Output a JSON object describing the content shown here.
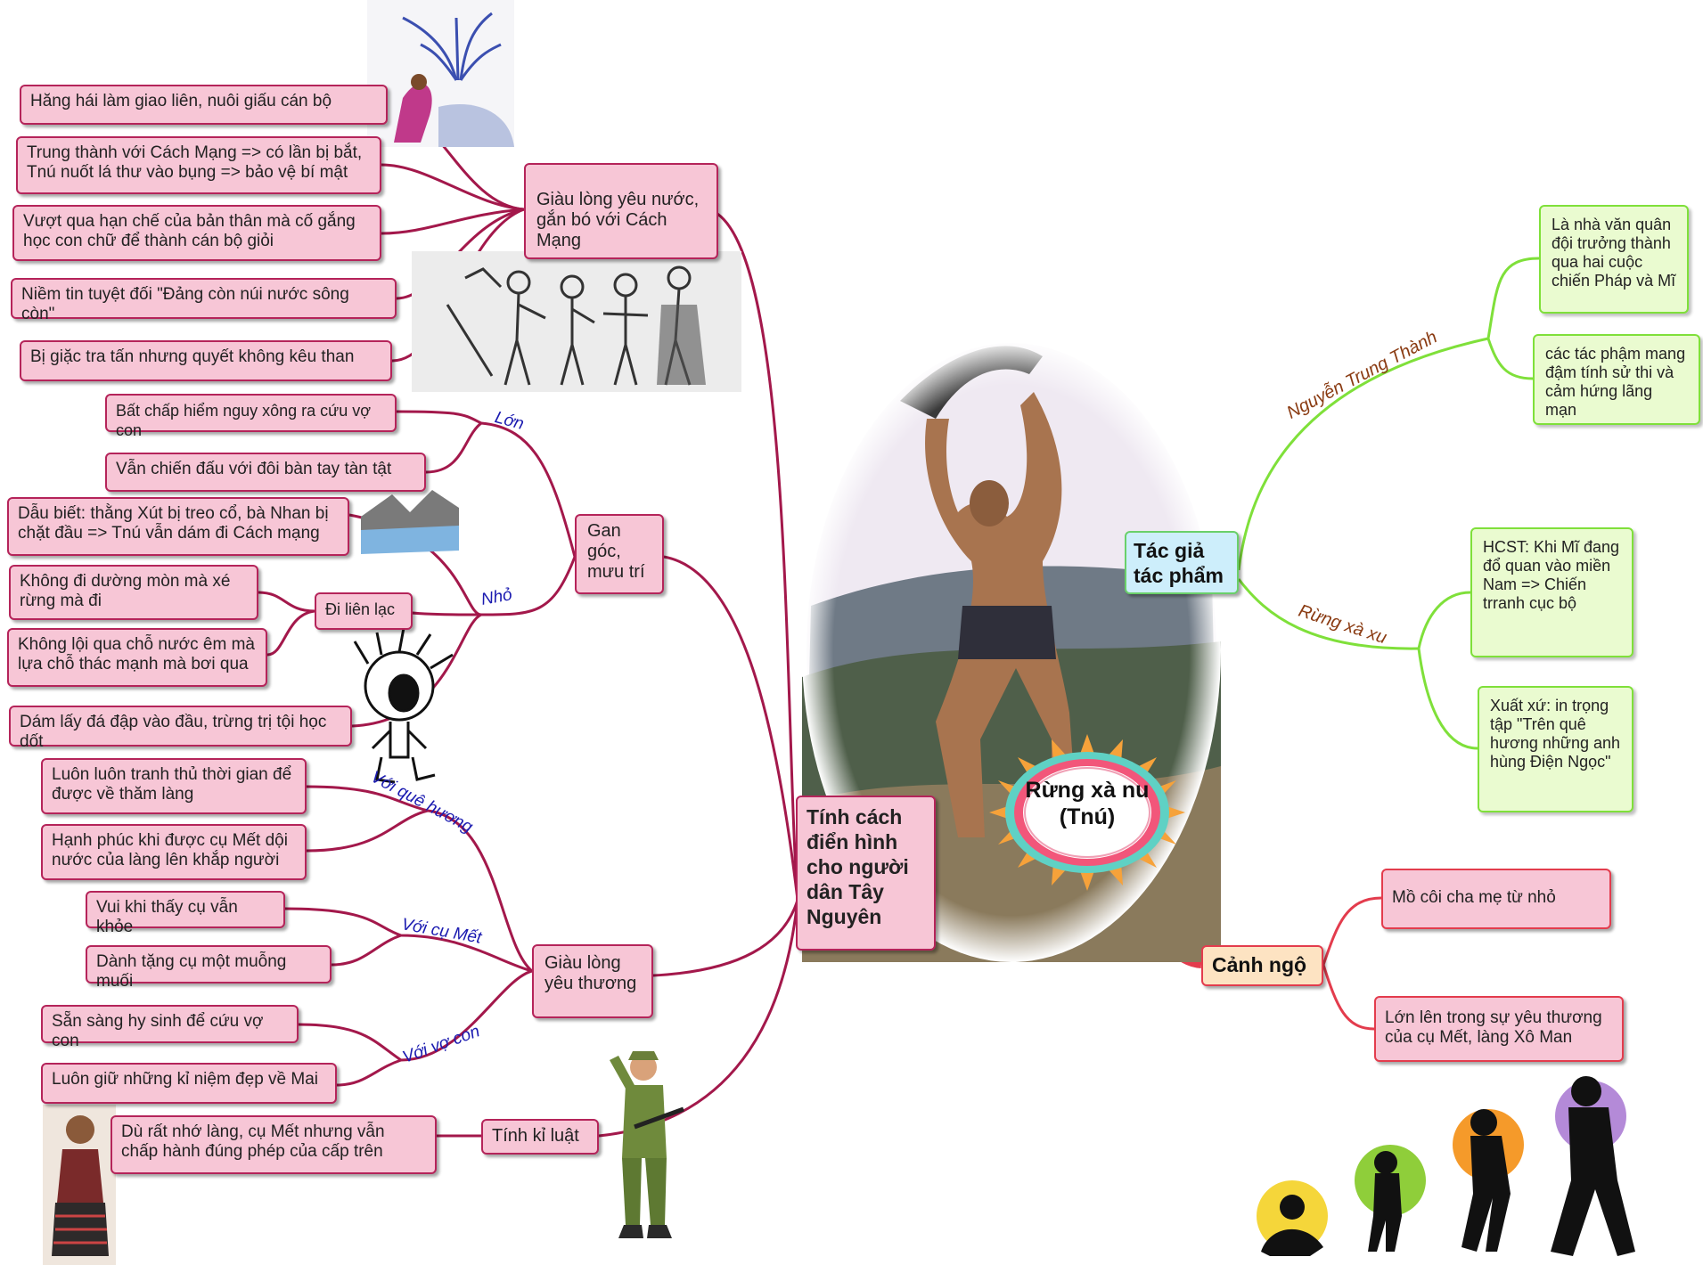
{
  "center": {
    "title": "Rừng xà nu (Tnú)"
  },
  "traits": {
    "title": "Tính cách điển hình cho người dân Tây Nguyên",
    "patriotic": {
      "title": "Giàu lòng yêu nước, gắn bó với Cách Mạng",
      "items": [
        "Hăng hái làm giao liên, nuôi giấu cán bộ",
        "Trung thành với Cách Mạng => có lần bị bắt, Tnú nuốt lá thư vào bụng => bảo vệ bí mật",
        "Vượt qua hạn chế của bản thân mà cố gắng học con chữ để thành cán bộ giỏi",
        "Niềm tin tuyệt đối \"Đảng còn núi nước sông còn\"",
        "Bị giặc tra tấn nhưng quyết không kêu than"
      ]
    },
    "brave": {
      "title": "Gan góc, mưu trí",
      "adult_label": "Lớn",
      "adult_items": [
        "Bất chấp hiểm nguy xông ra cứu vợ con",
        "Vẫn chiến đấu với đôi bàn tay tàn tật"
      ],
      "child_label": "Nhỏ",
      "child_first": "Dẫu biết: thằng Xút bị treo cổ, bà Nhan bị chặt đầu => Tnú vẫn dám đi Cách mạng",
      "liaison": {
        "title": "Đi liên lạc",
        "items": [
          "Không đi dường mòn mà xé rừng mà đi",
          "Không lội qua chỗ nước êm mà lựa chỗ thác mạnh mà bơi qua"
        ]
      },
      "child_last": "Dám lấy đá đập vào đầu, trừng trị tội học dốt"
    },
    "loving": {
      "title": "Giàu lòng yêu thương",
      "groups": [
        {
          "label": "Với quê hương",
          "items": [
            "Luôn luôn tranh thủ thời gian để được về thăm làng",
            "Hạnh phúc khi được cụ Mết dội nước của làng lên khắp người"
          ]
        },
        {
          "label": "Với cụ Mết",
          "items": [
            "Vui khi thấy cụ vẫn khỏe",
            "Dành tặng cụ một muỗng muối"
          ]
        },
        {
          "label": "Với vợ con",
          "items": [
            "Sẵn sàng hy sinh để cứu vợ con",
            "Luôn giữ những kỉ niệm đẹp về Mai"
          ]
        }
      ]
    },
    "discipline": {
      "title": "Tính kỉ luật",
      "item": "Dù rất nhớ làng, cụ Mết nhưng vẫn chấp hành đúng phép của cấp trên"
    }
  },
  "author": {
    "title": "Tác giả tác phẩm",
    "name_label": "Nguyễn Trung Thành",
    "name_items": [
      "Là nhà văn quân đội trưởng thành qua hai cuộc chiến Pháp và Mĩ",
      "các tác phậm mang đậm tính sử thi và cảm hứng lãng mạn"
    ],
    "work_label": "Rừng xà xu",
    "work_items": [
      "HCST: Khi Mĩ đang đổ quan vào miền Nam => Chiến trranh cục bộ",
      "Xuất xứ: in trọng tập \"Trên quê hương những anh hùng Điện Ngọc\""
    ]
  },
  "situation": {
    "title": "Cảnh ngộ",
    "items": [
      "Mồ côi cha mẹ từ nhỏ",
      "Lớn lên trong sự yêu thương của cụ Mết, làng Xô Man"
    ]
  },
  "colors": {
    "trait_branch": "#a3184b",
    "author_branch": "#7fe03a",
    "situation_branch": "#e33c4d",
    "trait_fill": "#f7c6d6"
  }
}
